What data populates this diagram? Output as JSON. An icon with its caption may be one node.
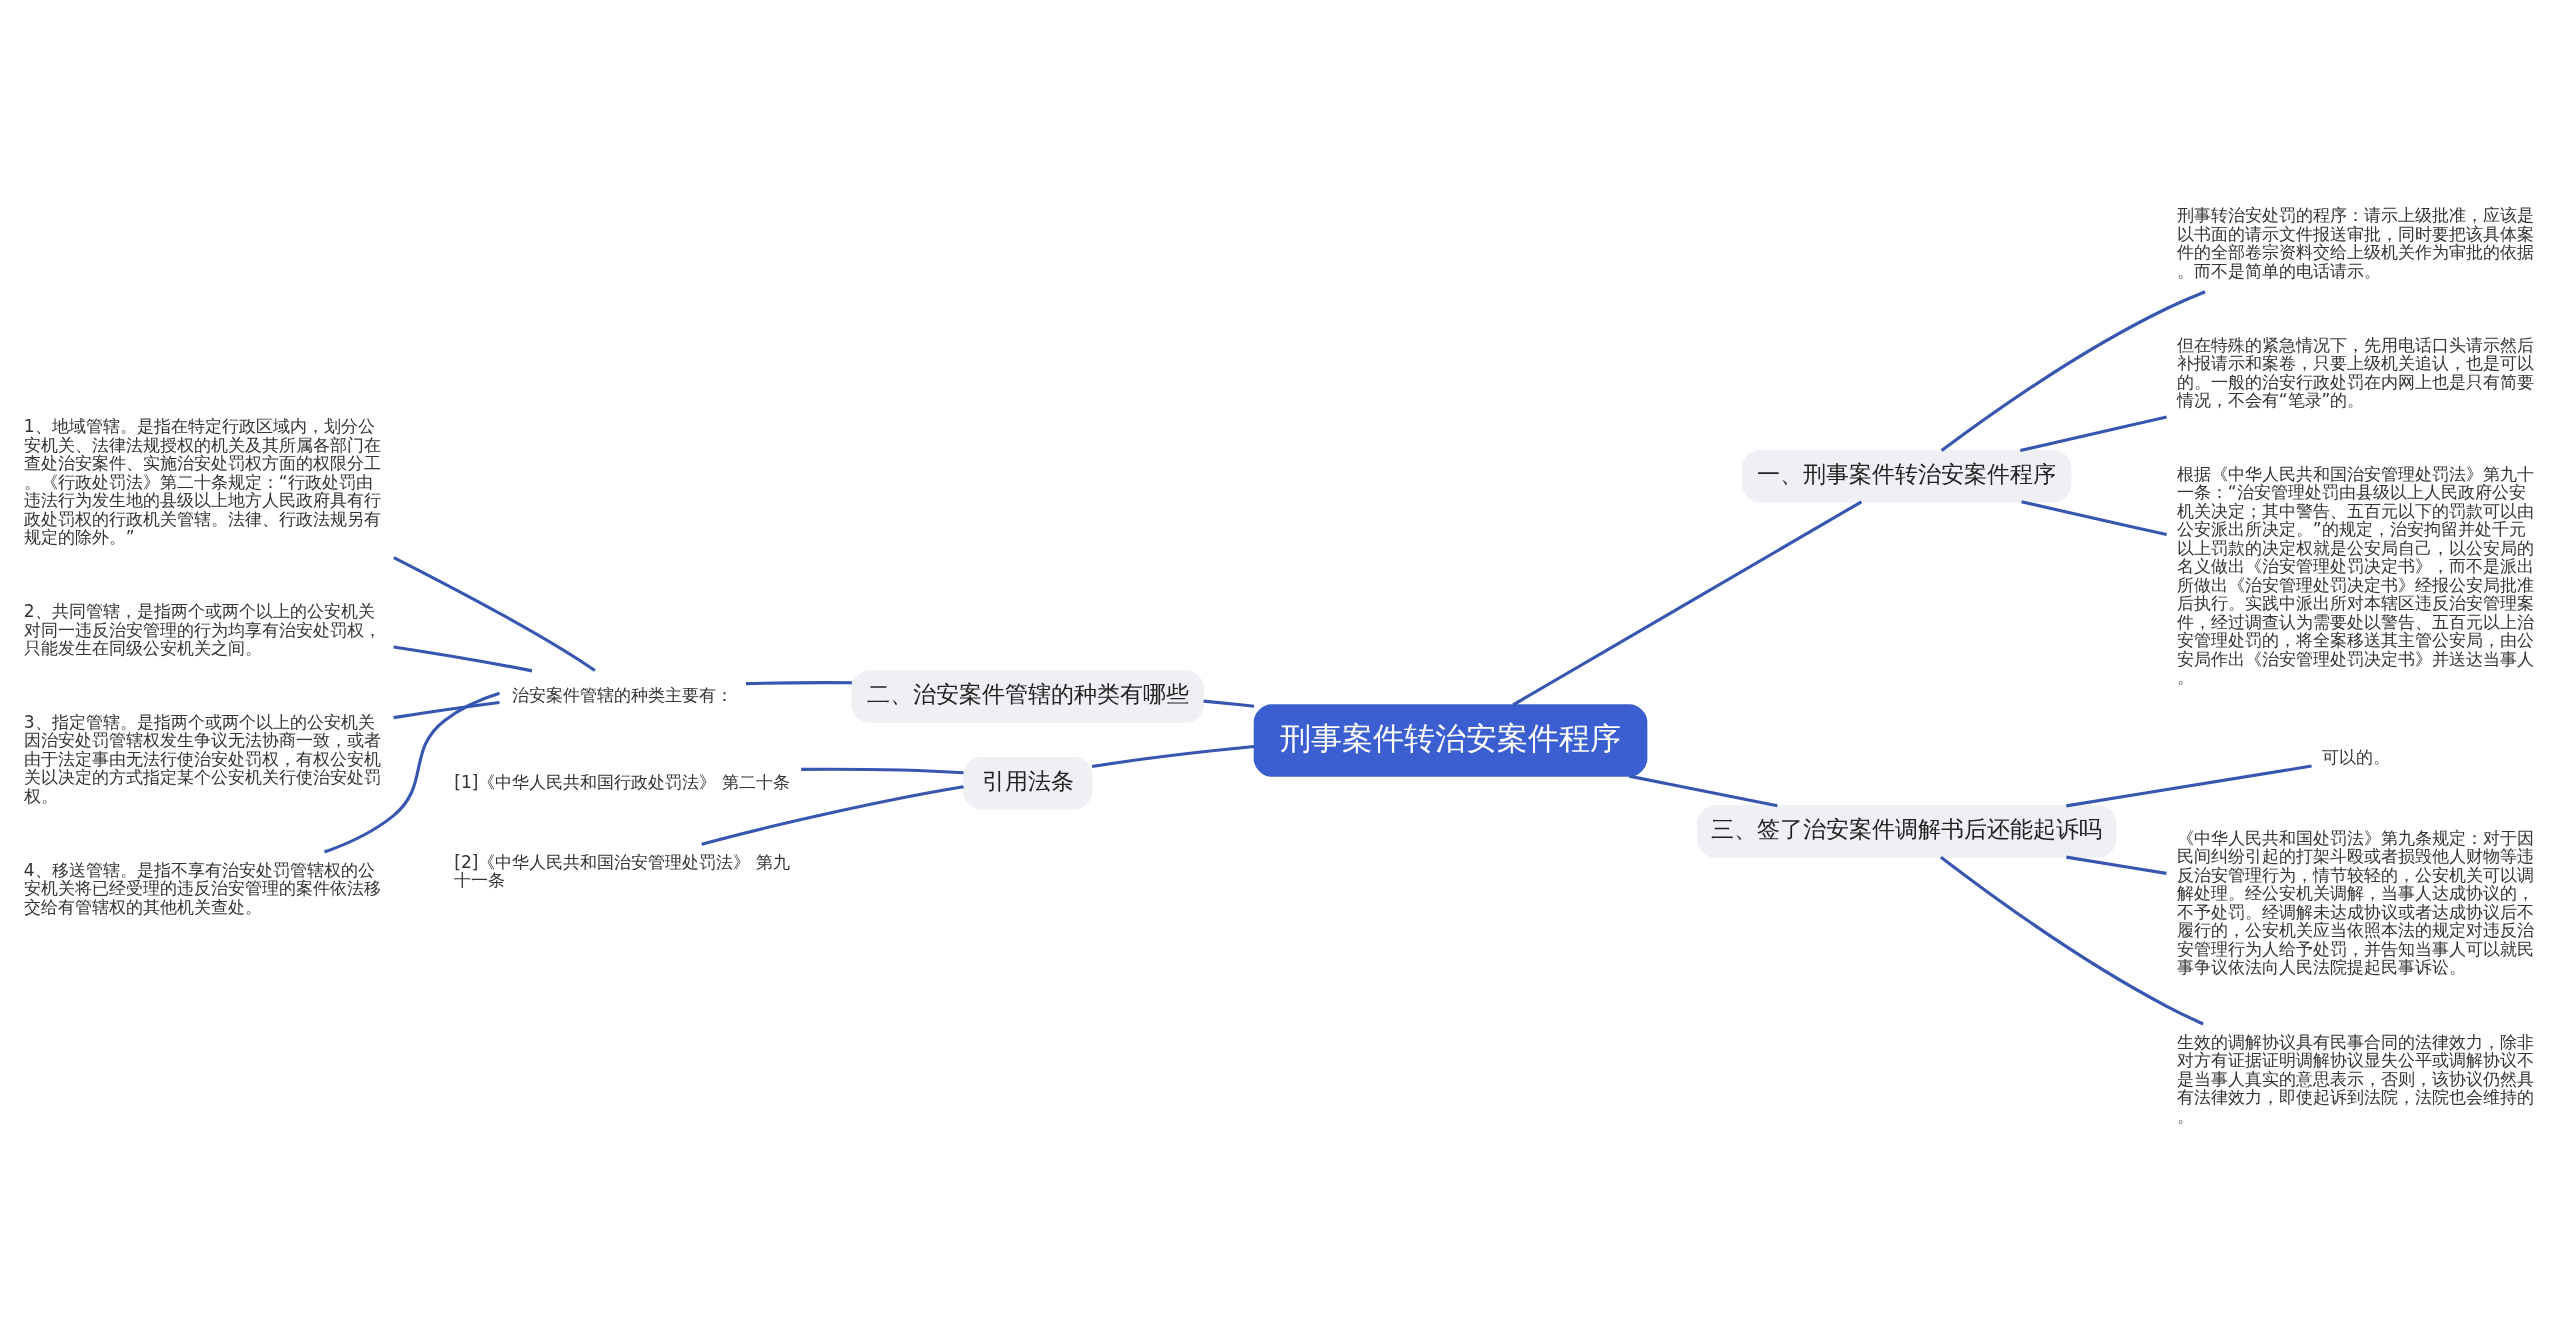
{
  "diagram": {
    "nodes": [
      {
        "text": [
          "刑事案件转治安案件程序"
        ]
      },
      {
        "text": [
          "一、刑事案件转治安案件程序"
        ]
      },
      {
        "text": [
          "刑事转治安处罚的程序：请示上级批准，应该是以书面的请示文件报送审批，同时要把该具体案件的全部卷宗资料交给上级机关作为审批的依据。而不是简单的电话请示。"
        ]
      },
      {
        "text": [
          "但在特殊的紧急情况下，先用电话口头请示然后补报请示和案卷，只要上级机关追认，也是可以的。一般的治安行政处罚在内网上也是只有简要情况，不会有“笔录”的。"
        ]
      },
      {
        "text": [
          "根据《中华人民共和国治安管理处罚法》第九十一条：“治安管理处罚由县级以上人民政府公安机关决定；其中警告、五百元以下的罚款可以由公安派出所决定。”的规定，治安拘留并处千元以上罚款的决定权就是公安局自己，以公安局的名义做出《治安管理处罚决定书》，而不是派出所做出《治安管理处罚决定书》经报公安局批准后执行。实践中派出所对本辖区违反治安管理案件，经过调查认为需要处以警告、五百元以上治安管理处罚的，将全案移送其主管公安局，由公安局作出《治安管理处罚决定书》并送达当事人。"
        ]
      },
      {
        "text": [
          "三、签了治安案件调解书后还能起诉吗"
        ]
      },
      {
        "text": [
          "可以的。"
        ]
      },
      {
        "text": [
          "《中华人民共和国处罚法》第九条规定：对于因民间纠纷引起的打架斗殴或者损毁他人财物等违反治安管理行为，情节较轻的，公安机关可以调解处理。经公安机关调解，当事人达成协议的，不予处罚。经调解未达成协议或者达成协议后不履行的，公安机关应当依照本法的规定对违反治安管理行为人给予处罚，并告知当事人可以就民事争议依法向人民法院提起民事诉讼。"
        ]
      },
      {
        "text": [
          "生效的调解协议具有民事合同的法律效力，除非对方有证据证明调解协议显失公平或调解协议不是当事人真实的意思表示，否则，该协议仍然具有法律效力，即使起诉到法院，法院也会维持的。"
        ]
      },
      {
        "text": [
          "二、治安案件管辖的种类有哪些"
        ]
      },
      {
        "text": [
          "治安案件管辖的种类主要有："
        ]
      },
      {
        "text": [
          "1、地域管辖。是指在特定行政区域内，划分公安机关、法律法规授权的机关及其所属各部门在查处治安案件、实施治安处罚权方面的权限分工。《行政处罚法》第二十条规定：“行政处罚由违法行为发生地的县级以上地方人民政府具有行政处罚权的行政机关管辖。法律、行政法规另有规定的除外。”"
        ]
      },
      {
        "text": [
          "2、共同管辖，是指两个或两个以上的公安机关对同一违反治安管理的行为均享有治安处罚权，只能发生在同级公安机关之间。"
        ]
      },
      {
        "text": [
          "3、指定管辖。是指两个或两个以上的公安机关因治安处罚管辖权发生争议无法协商一致，或者由于法定事由无法行使治安处罚权，有权公安机关以决定的方式指定某个公安机关行使治安处罚权。"
        ]
      },
      {
        "text": [
          "4、移送管辖。是指不享有治安处罚管辖权的公安机关将已经受理的违反治安管理的案件依法移交给有管辖权的其他机关查处。"
        ]
      },
      {
        "text": [
          "引用法条"
        ]
      },
      {
        "text": [
          "[1]《中华人民共和国行政处罚法》 第二十条"
        ]
      },
      {
        "text": [
          "[2]《中华人民共和国治安管理处罚法》 第九十一条"
        ]
      }
    ],
    "edges": [
      {
        "from": 0,
        "to": 1,
        "arrow": "none"
      },
      {
        "from": 1,
        "to": 2,
        "arrow": "none"
      },
      {
        "from": 1,
        "to": 3,
        "arrow": "none"
      },
      {
        "from": 1,
        "to": 4,
        "arrow": "none"
      },
      {
        "from": 0,
        "to": 5,
        "arrow": "none"
      },
      {
        "from": 5,
        "to": 6,
        "arrow": "none"
      },
      {
        "from": 5,
        "to": 7,
        "arrow": "none"
      },
      {
        "from": 5,
        "to": 8,
        "arrow": "none"
      },
      {
        "from": 0,
        "to": 9,
        "arrow": "none"
      },
      {
        "from": 9,
        "to": 10,
        "arrow": "none"
      },
      {
        "from": 10,
        "to": 11,
        "arrow": "none"
      },
      {
        "from": 10,
        "to": 12,
        "arrow": "none"
      },
      {
        "from": 10,
        "to": 13,
        "arrow": "none"
      },
      {
        "from": 10,
        "to": 14,
        "arrow": "none"
      },
      {
        "from": 0,
        "to": 15,
        "arrow": "none"
      },
      {
        "from": 15,
        "to": 16,
        "arrow": "none"
      },
      {
        "from": 15,
        "to": 17,
        "arrow": "none"
      }
    ]
  }
}
